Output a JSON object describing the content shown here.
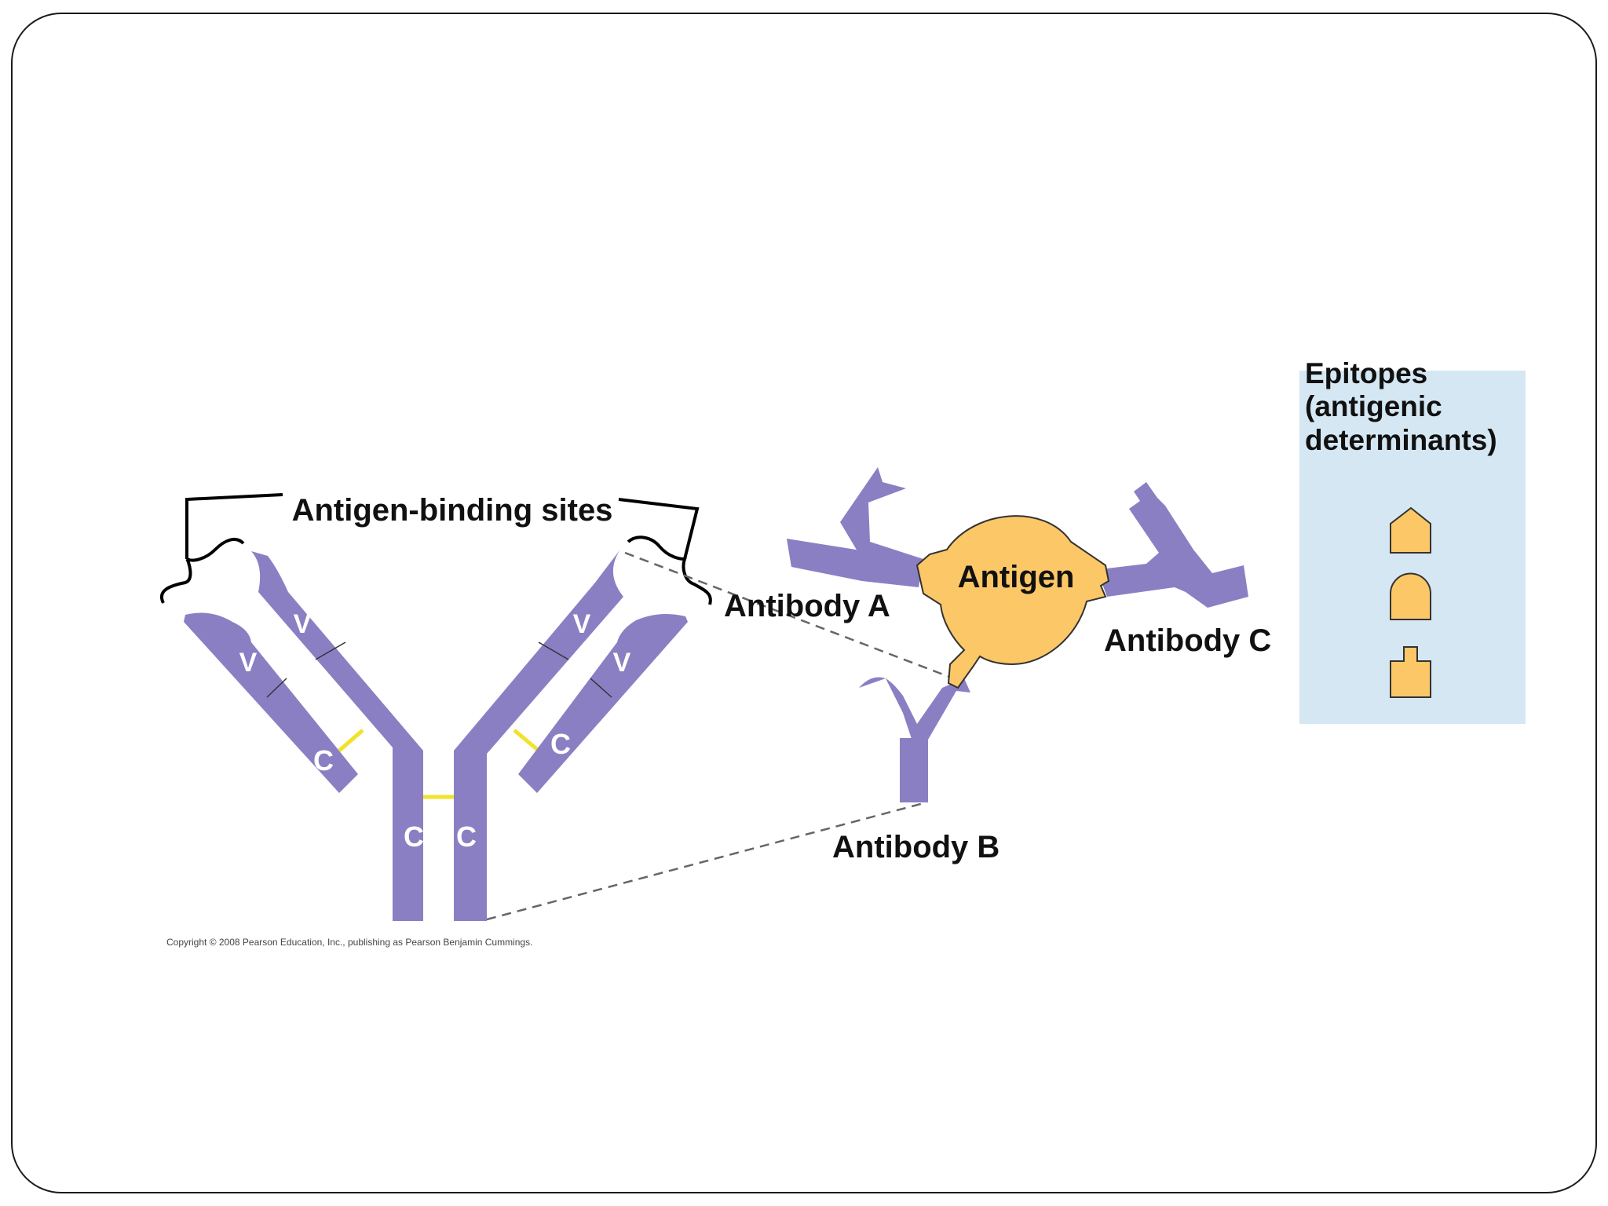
{
  "labels": {
    "antigen_binding_sites": "Antigen-binding sites",
    "antibody_a": "Antibody A",
    "antibody_b": "Antibody B",
    "antibody_c": "Antibody C",
    "antigen": "Antigen",
    "epitopes_line1": "Epitopes",
    "epitopes_line2": "(antigenic",
    "epitopes_line3": "determinants)"
  },
  "segments": {
    "variable": "V",
    "constant": "C"
  },
  "copyright": "Copyright © 2008 Pearson Education, Inc., publishing as Pearson Benjamin Cummings.",
  "colors": {
    "antibody": "#8b7fc4",
    "antigen": "#fcc767",
    "disulfide_bond": "#f2e22a",
    "epitope_panel": "#d5e7f3",
    "outline": "#333333"
  }
}
